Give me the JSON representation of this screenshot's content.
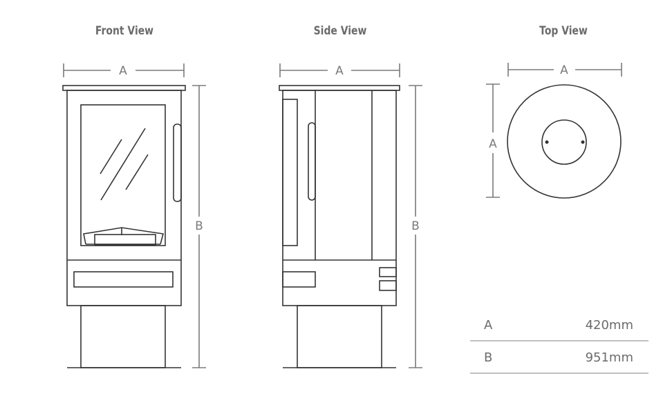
{
  "views": {
    "front": "Front View",
    "side": "Side View",
    "top": "Top View"
  },
  "dimension_labels": {
    "width": "A",
    "height": "B"
  },
  "dimensions_table": [
    {
      "label": "A",
      "value": "420mm"
    },
    {
      "label": "B",
      "value": "951mm"
    }
  ],
  "colors": {
    "stroke": "#333333",
    "dimension": "#7a7a7a",
    "title": "#6b6b6b",
    "table_text": "#6b6b6b"
  }
}
